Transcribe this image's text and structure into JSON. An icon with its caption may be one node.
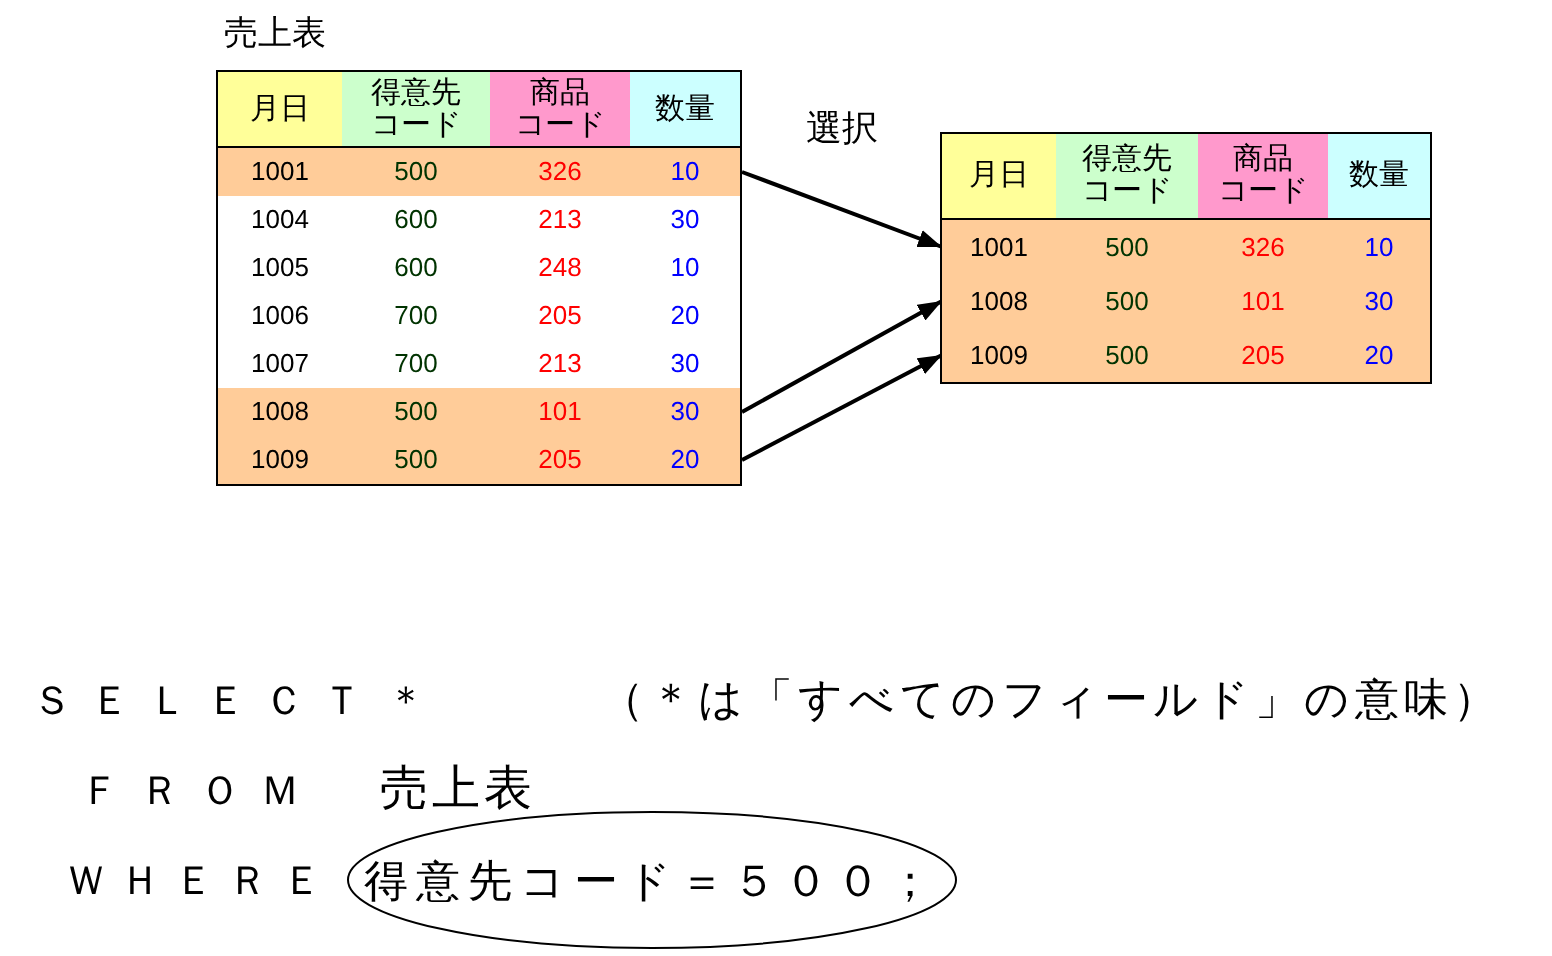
{
  "diagram": {
    "nodes": [
      {
        "text": [
          "売上表"
        ]
      },
      {
        "text": [
          "月日",
          "得意先コード",
          "商品コード",
          "数量"
        ],
        "in": 0
      },
      {
        "text": [
          "1001",
          "500",
          "326",
          "10"
        ],
        "in": 0
      },
      {
        "text": [
          "1004",
          "600",
          "213",
          "30"
        ],
        "in": 0
      },
      {
        "text": [
          "1005",
          "600",
          "248",
          "10"
        ],
        "in": 0
      },
      {
        "text": [
          "1006",
          "700",
          "205",
          "20"
        ],
        "in": 0
      },
      {
        "text": [
          "1007",
          "700",
          "213",
          "30"
        ],
        "in": 0
      },
      {
        "text": [
          "1008",
          "500",
          "101",
          "30"
        ],
        "in": 0
      },
      {
        "text": [
          "1009",
          "500",
          "205",
          "20"
        ],
        "in": 0
      },
      {
        "text": [],
        "shape": "box"
      },
      {
        "text": [
          "月日",
          "得意先コード",
          "商品コード",
          "数量"
        ],
        "in": 9
      },
      {
        "text": [
          "1001",
          "500",
          "326",
          "10"
        ],
        "in": 9
      },
      {
        "text": [
          "1008",
          "500",
          "101",
          "30"
        ],
        "in": 9
      },
      {
        "text": [
          "1009",
          "500",
          "205",
          "20"
        ],
        "in": 9
      },
      {
        "text": [
          "得意先コード＝５００；"
        ]
      }
    ],
    "edges": [
      {
        "from": 2,
        "to": 11,
        "arrow": "to"
      },
      {
        "from": 7,
        "to": 12,
        "arrow": "to"
      },
      {
        "from": 8,
        "to": 13,
        "arrow": "to"
      }
    ],
    "labels": [
      "選択",
      "ＳＥＬＥＣＴ",
      "＊",
      "（＊は「すべてのフィールド」の意味）",
      "ＦＲＯＭ",
      "売上表",
      "ＷＨＥＲＥ"
    ]
  }
}
